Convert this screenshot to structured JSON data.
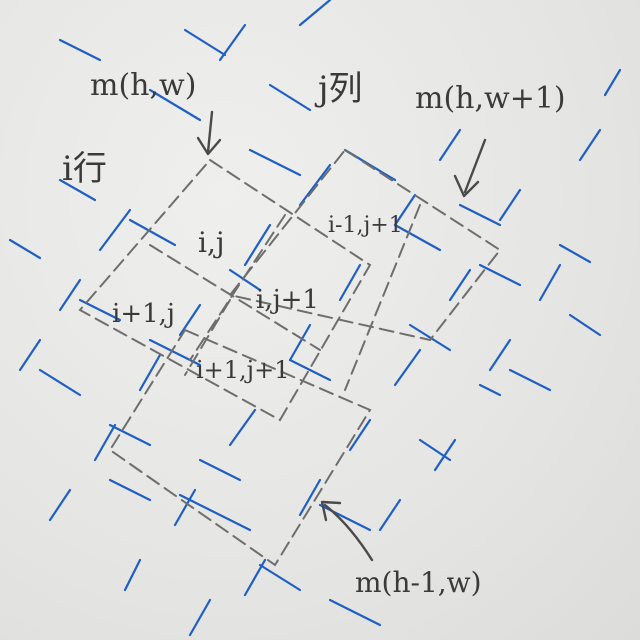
{
  "labels": {
    "m_hw": "m(h,w)",
    "col": "j列",
    "m_hw1": "m(h,w+1)",
    "row": "i行",
    "m_h1w": "m(h-1,w)"
  },
  "cells": {
    "ij": "i,j",
    "i1_j1_top": "i-1,j+1",
    "i_j1": "i,j+1",
    "i1_j": "i+1,j",
    "i1_j1": "i+1,j+1"
  },
  "colors": {
    "paper": "#e7e7e5",
    "grid_ink": "#1f5fc4",
    "pencil": "#6e6e6e"
  }
}
